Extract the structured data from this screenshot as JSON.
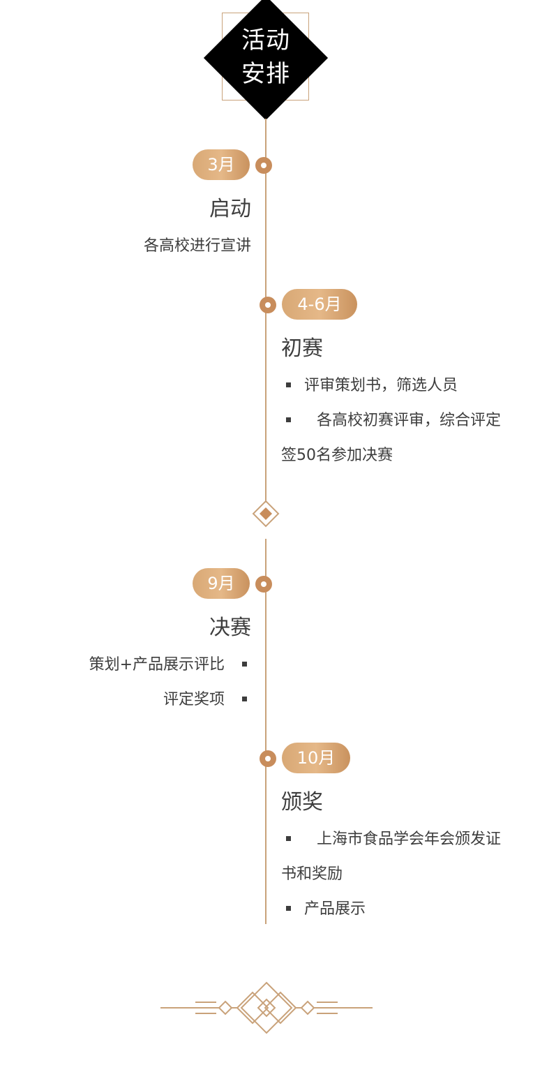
{
  "header": {
    "title_line1": "活动",
    "title_line2": "安排"
  },
  "stages": [
    {
      "month": "3月",
      "title": "启动",
      "items": [
        "各高校进行宣讲"
      ]
    },
    {
      "month": "4-6月",
      "title": "初赛",
      "items": [
        "评审策划书，筛选人员",
        "各高校初赛评审，综合评定",
        "签50名参加决赛"
      ]
    },
    {
      "month": "9月",
      "title": "决赛",
      "items": [
        "策划+产品展示评比",
        "评定奖项"
      ]
    },
    {
      "month": "10月",
      "title": "颁奖",
      "items": [
        "上海市食品学会年会颁发证",
        "书和奖励",
        "产品展示"
      ]
    }
  ],
  "colors": {
    "accent": "#c9a27a",
    "dot": "#c88d5c",
    "header_bg": "#000000",
    "text": "#3d3d3d"
  }
}
